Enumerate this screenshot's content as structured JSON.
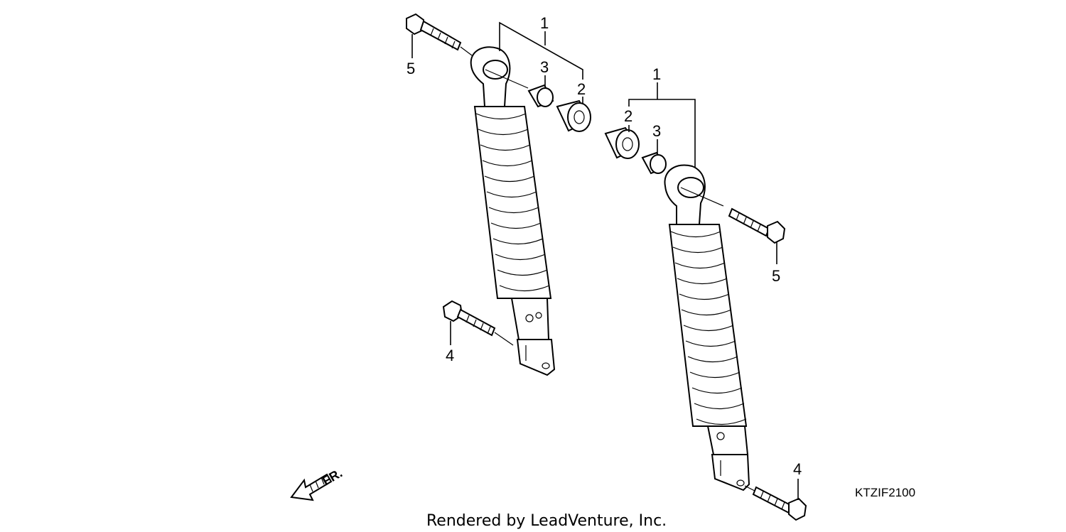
{
  "diagram": {
    "callouts": {
      "left_1": "1",
      "left_3": "3",
      "left_2": "2",
      "left_5": "5",
      "left_4": "4",
      "right_1": "1",
      "right_2": "2",
      "right_3": "3",
      "right_5": "5",
      "right_4": "4"
    },
    "direction_label": "FR.",
    "diagram_code": "KTZIF2100",
    "credit": "Rendered by LeadVenture, Inc.",
    "icons": {
      "front_arrow": "arrow-front-icon"
    }
  }
}
